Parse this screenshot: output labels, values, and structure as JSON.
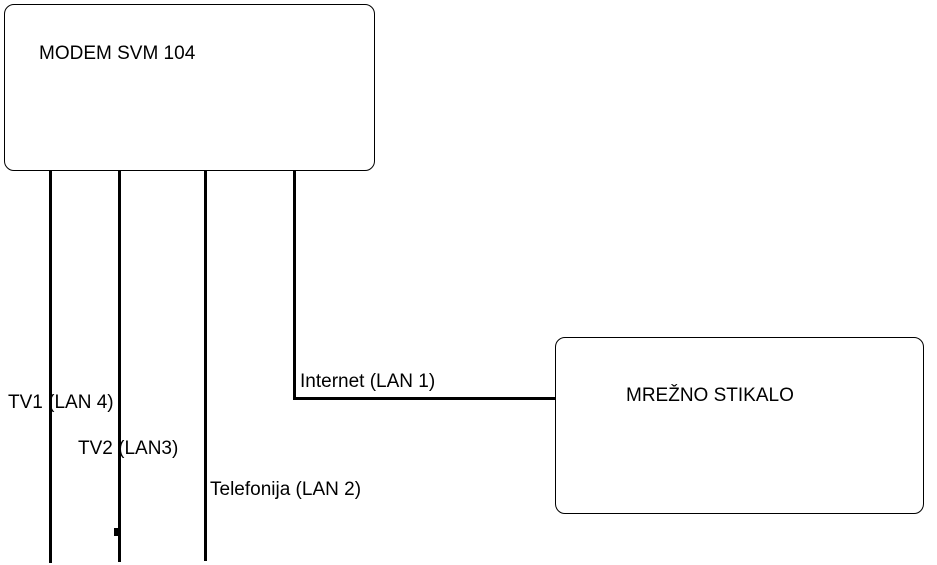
{
  "colors": {
    "background": "#ffffff",
    "line": "#000000",
    "text": "#000000"
  },
  "nodes": {
    "modem": {
      "label": "MODEM SVM 104"
    },
    "switch": {
      "label": "MREŽNO STIKALO"
    }
  },
  "connections": {
    "lan4": {
      "label": "TV1 (LAN 4)"
    },
    "lan3": {
      "label": "TV2 (LAN3)"
    },
    "lan2": {
      "label": "Telefonija (LAN 2)"
    },
    "lan1": {
      "label": "Internet (LAN 1)"
    }
  }
}
